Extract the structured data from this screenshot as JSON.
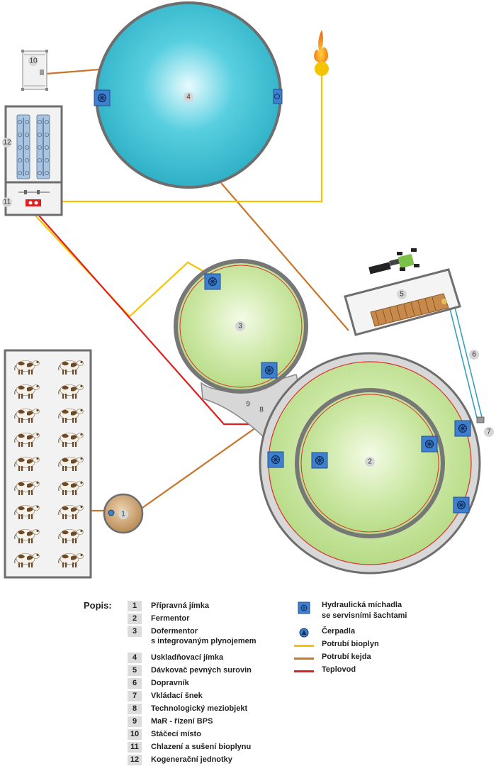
{
  "labels": {
    "n1": "1",
    "n2": "2",
    "n3": "3",
    "n4": "4",
    "n5": "5",
    "n6": "6",
    "n7": "7",
    "n8": "8",
    "n9": "9",
    "n10": "10",
    "n11": "11",
    "n12": "12"
  },
  "legend": {
    "title": "Popis:",
    "items": [
      {
        "num": "1",
        "text": "Přípravná jímka"
      },
      {
        "num": "2",
        "text": "Fermentor"
      },
      {
        "num": "3",
        "text": "Dofermentor",
        "text2": "s integrovaným plynojemem"
      },
      {
        "num": "4",
        "text": "Uskladňovací jímka"
      },
      {
        "num": "5",
        "text": "Dávkovač pevných surovin"
      },
      {
        "num": "6",
        "text": "Dopravník"
      },
      {
        "num": "7",
        "text": "Vkládací šnek"
      },
      {
        "num": "8",
        "text": "Technologický meziobjekt"
      },
      {
        "num": "9",
        "text": "MaR - řízení BPS"
      },
      {
        "num": "10",
        "text": "Stáčecí místo"
      },
      {
        "num": "11",
        "text": "Chlazení a sušení bioplynu"
      },
      {
        "num": "12",
        "text": "Kogenerační jednotky"
      }
    ],
    "symbols": [
      {
        "icon": "mixer-icon",
        "text": "Hydraulická míchadla",
        "text2": "se servisními šachtami"
      },
      {
        "icon": "pump-icon",
        "text": "Čerpadla"
      },
      {
        "icon": "biogas-pipe-line",
        "text": "Potrubí bioplyn",
        "color": "#f5c400"
      },
      {
        "icon": "slurry-pipe-line",
        "text": "Potrubí kejda",
        "color": "#c8752a"
      },
      {
        "icon": "heat-pipe-line",
        "text": "Teplovod",
        "color": "#e02020"
      }
    ]
  },
  "colors": {
    "biogas": "#f5c400",
    "slurry": "#c8752a",
    "heat": "#e02020",
    "conveyor": "#3aa0c0",
    "tank_wall": "#777777",
    "digester_fill": "#c9e6a0",
    "storage_fill": "#3bbcd0",
    "mixer": "#3f7fd0"
  }
}
